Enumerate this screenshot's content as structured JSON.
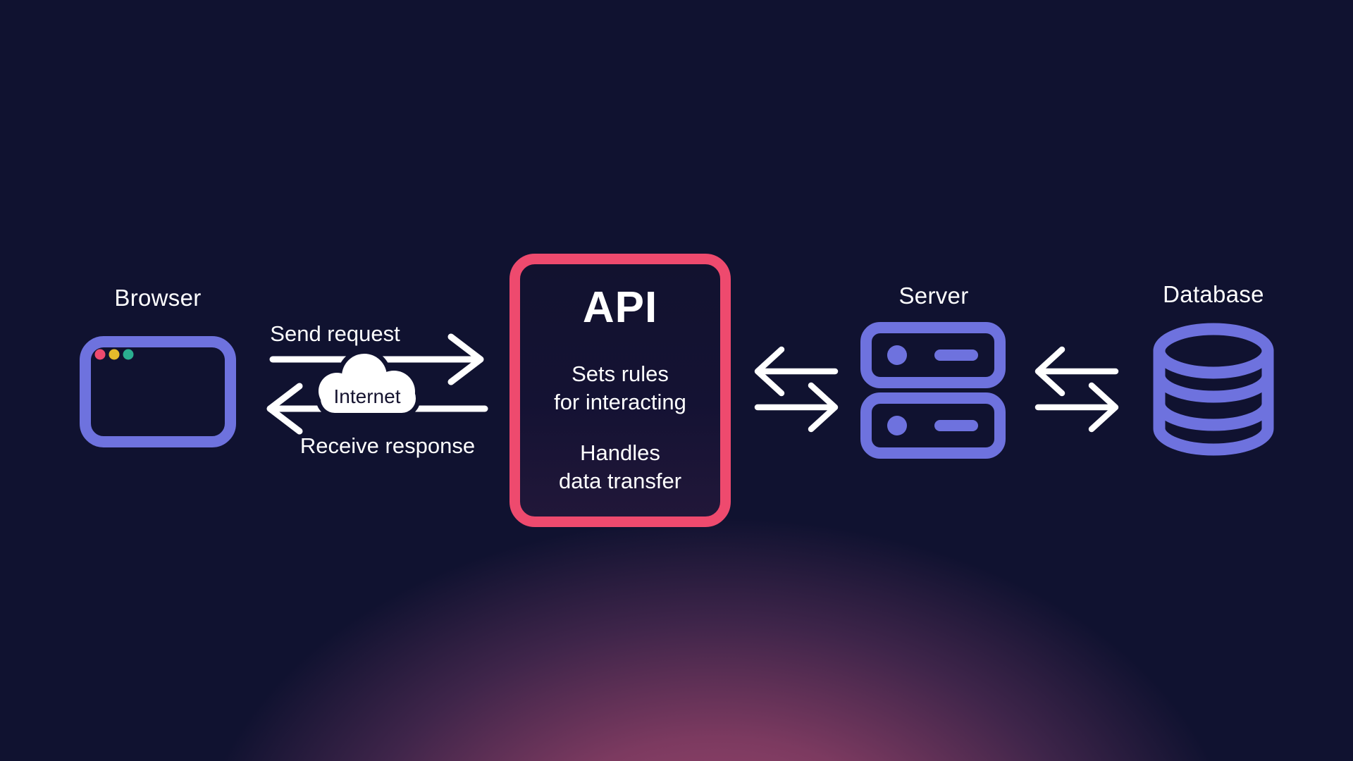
{
  "colors": {
    "bg": "#101230",
    "glow-core": "#a44a72",
    "accent-purple": "#6e72de",
    "accent-pink": "#ee4a6e",
    "text-light": "#ffffff",
    "text-dark": "#15132f",
    "dot-red": "#ee4a6e",
    "dot-yellow": "#e5ba2b",
    "dot-teal": "#2aae90"
  },
  "nodes": {
    "browser": {
      "label": "Browser"
    },
    "api": {
      "title": "API",
      "desc1_line1": "Sets rules",
      "desc1_line2": "for interacting",
      "desc2_line1": "Handles",
      "desc2_line2": "data transfer"
    },
    "server": {
      "label": "Server"
    },
    "database": {
      "label": "Database"
    }
  },
  "flows": {
    "send_label": "Send request",
    "receive_label": "Receive response",
    "internet_label": "Internet"
  }
}
